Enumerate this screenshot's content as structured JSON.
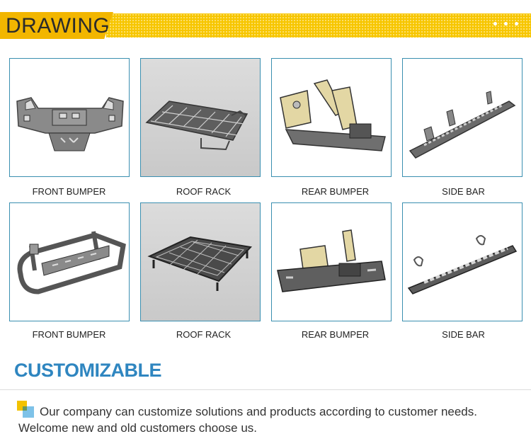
{
  "header": {
    "title": "DRAWING"
  },
  "products": [
    {
      "label": "FRONT BUMPER",
      "icon": "front-bumper-drawing"
    },
    {
      "label": "ROOF RACK",
      "icon": "roof-rack-drawing"
    },
    {
      "label": "REAR BUMPER",
      "icon": "rear-bumper-drawing"
    },
    {
      "label": "SIDE BAR",
      "icon": "side-bar-drawing"
    },
    {
      "label": "FRONT BUMPER",
      "icon": "front-bumper-drawing"
    },
    {
      "label": "ROOF RACK",
      "icon": "roof-rack-drawing"
    },
    {
      "label": "REAR BUMPER",
      "icon": "rear-bumper-drawing"
    },
    {
      "label": "SIDE BAR",
      "icon": "side-bar-drawing"
    }
  ],
  "section": {
    "title": "CUSTOMIZABLE",
    "line1": "Our company can customize solutions and products according to customer needs.",
    "line2": "Welcome new and old customers choose us."
  },
  "colors": {
    "banner": "#f7c600",
    "accent": "#2f86c0",
    "card_border": "#3a8fb0"
  }
}
